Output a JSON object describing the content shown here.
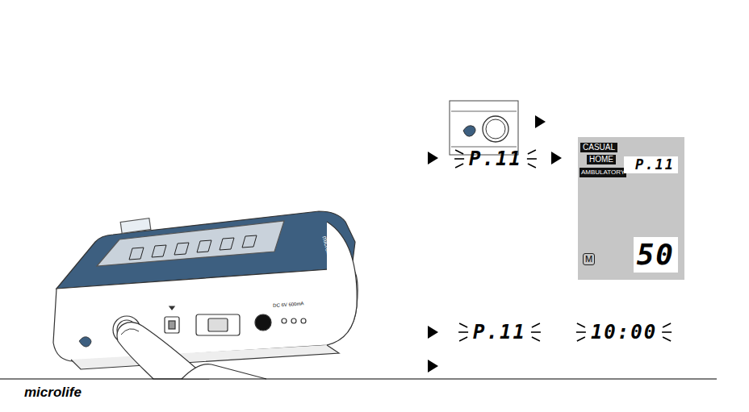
{
  "diagram": {
    "nodes": [
      {
        "text": [
          "M"
        ]
      },
      {
        "text": [
          "CASUAL"
        ],
        "in": 0
      },
      {
        "text": [
          "HOME"
        ],
        "in": 0
      },
      {
        "text": [
          "AMBULATORY"
        ],
        "in": 0
      },
      {
        "text": [
          "P.11"
        ],
        "in": 0
      },
      {
        "text": [
          "50"
        ],
        "in": 0
      }
    ],
    "labels": [
      "P.11",
      "P.11",
      "10:00",
      "DC 6V 600mA",
      "microlife",
      "microlife"
    ]
  }
}
